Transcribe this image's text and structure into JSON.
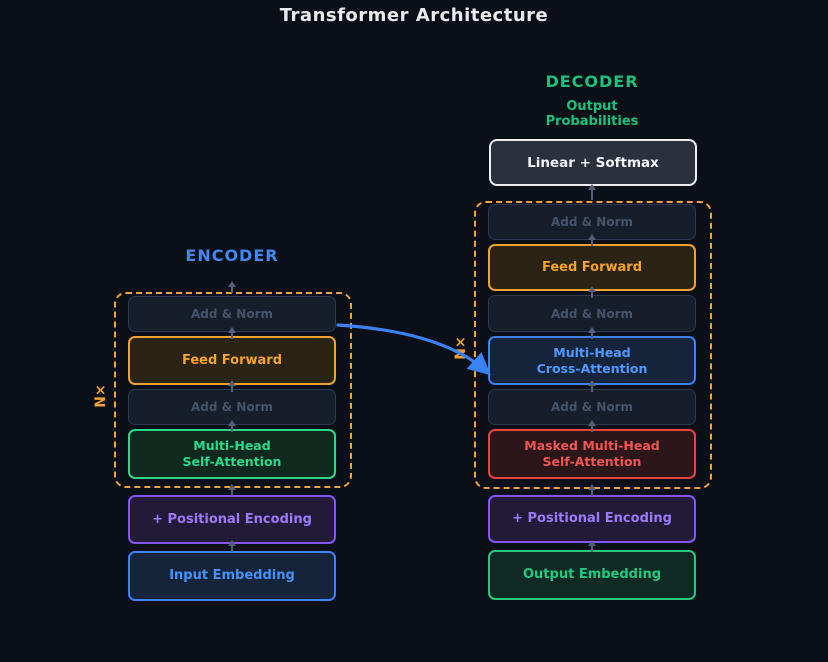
{
  "title": "Transformer Architecture",
  "encoder": {
    "heading": "ENCODER",
    "repeat_label": "N×",
    "add_norm_top": "Add & Norm",
    "feed_forward": "Feed Forward",
    "add_norm_mid": "Add & Norm",
    "self_attention": "Multi-Head\nSelf-Attention",
    "positional_encoding": "+ Positional Encoding",
    "input_embedding": "Input Embedding"
  },
  "decoder": {
    "heading": "DECODER",
    "repeat_label": "N×",
    "output_probabilities": "Output\nProbabilities",
    "linear_softmax": "Linear + Softmax",
    "add_norm_top": "Add & Norm",
    "feed_forward": "Feed Forward",
    "add_norm_mid": "Add & Norm",
    "cross_attention": "Multi-Head\nCross-Attention",
    "add_norm_bottom": "Add & Norm",
    "masked_self_attention": "Masked Multi-Head\nSelf-Attention",
    "positional_encoding": "+ Positional Encoding",
    "output_embedding": "Output Embedding"
  },
  "colors": {
    "background": "#0b0f17",
    "accent_orange": "#f0a12e",
    "accent_blue": "#3b82f6",
    "accent_green": "#1fca81",
    "accent_red": "#e8433f",
    "accent_purple": "#8655f6",
    "muted_arrow": "#55617a",
    "title_text": "#e8eaed"
  }
}
